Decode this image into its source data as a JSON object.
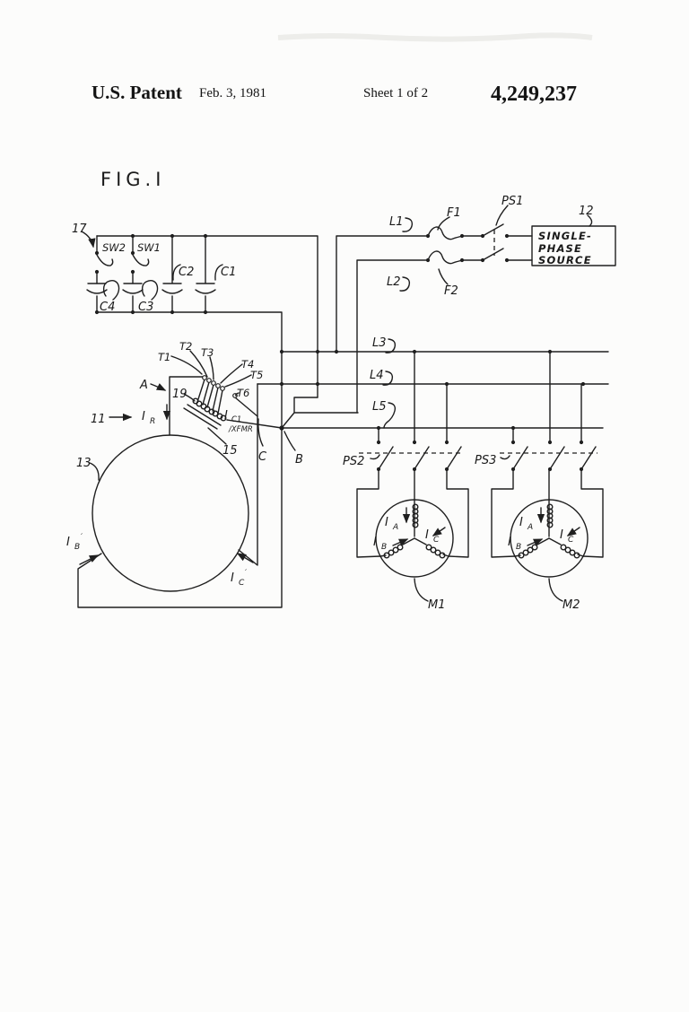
{
  "header": {
    "title": "U.S. Patent",
    "date": "Feb. 3, 1981",
    "sheet": "Sheet 1 of 2",
    "patent_number": "4,249,237"
  },
  "figure": {
    "label": "FIG.I"
  },
  "source": {
    "line1": "SINGLE-",
    "line2": "PHASE",
    "line3": "SOURCE",
    "ref": "12"
  },
  "lines": {
    "l1": "L1",
    "l2": "L2",
    "l3": "L3",
    "l4": "L4",
    "l5": "L5"
  },
  "fuses": {
    "f1": "F1",
    "f2": "F2"
  },
  "switches": {
    "sw1": "SW1",
    "sw2": "SW2",
    "ps1": "PS1",
    "ps2": "PS2",
    "ps3": "PS3"
  },
  "capacitors": {
    "c1": "C1",
    "c2": "C2",
    "c3": "C3",
    "c4": "C4"
  },
  "taps": {
    "t1": "T1",
    "t2": "T2",
    "t3": "T3",
    "t4": "T4",
    "t5": "T5",
    "t6": "T6"
  },
  "refs": {
    "r11": "11",
    "r13": "13",
    "r15": "15",
    "r17": "17",
    "r19": "19"
  },
  "terminals": {
    "a": "A",
    "b": "B",
    "c": "C"
  },
  "motors": {
    "m1": "M1",
    "m2": "M2"
  },
  "currents": {
    "ir": {
      "base": "I",
      "sub": "R"
    },
    "ia": {
      "base": "I",
      "sub": "A"
    },
    "ib": {
      "base": "I",
      "sub": "B"
    },
    "ic": {
      "base": "I",
      "sub": "C"
    },
    "ib_prime": {
      "base": "I",
      "sub": "B",
      "prime": "′"
    },
    "ic_prime": {
      "base": "I",
      "sub": "C",
      "prime": "′"
    },
    "ic1": {
      "base": "I",
      "sub": "C1"
    },
    "xfmr": "/XFMR"
  }
}
